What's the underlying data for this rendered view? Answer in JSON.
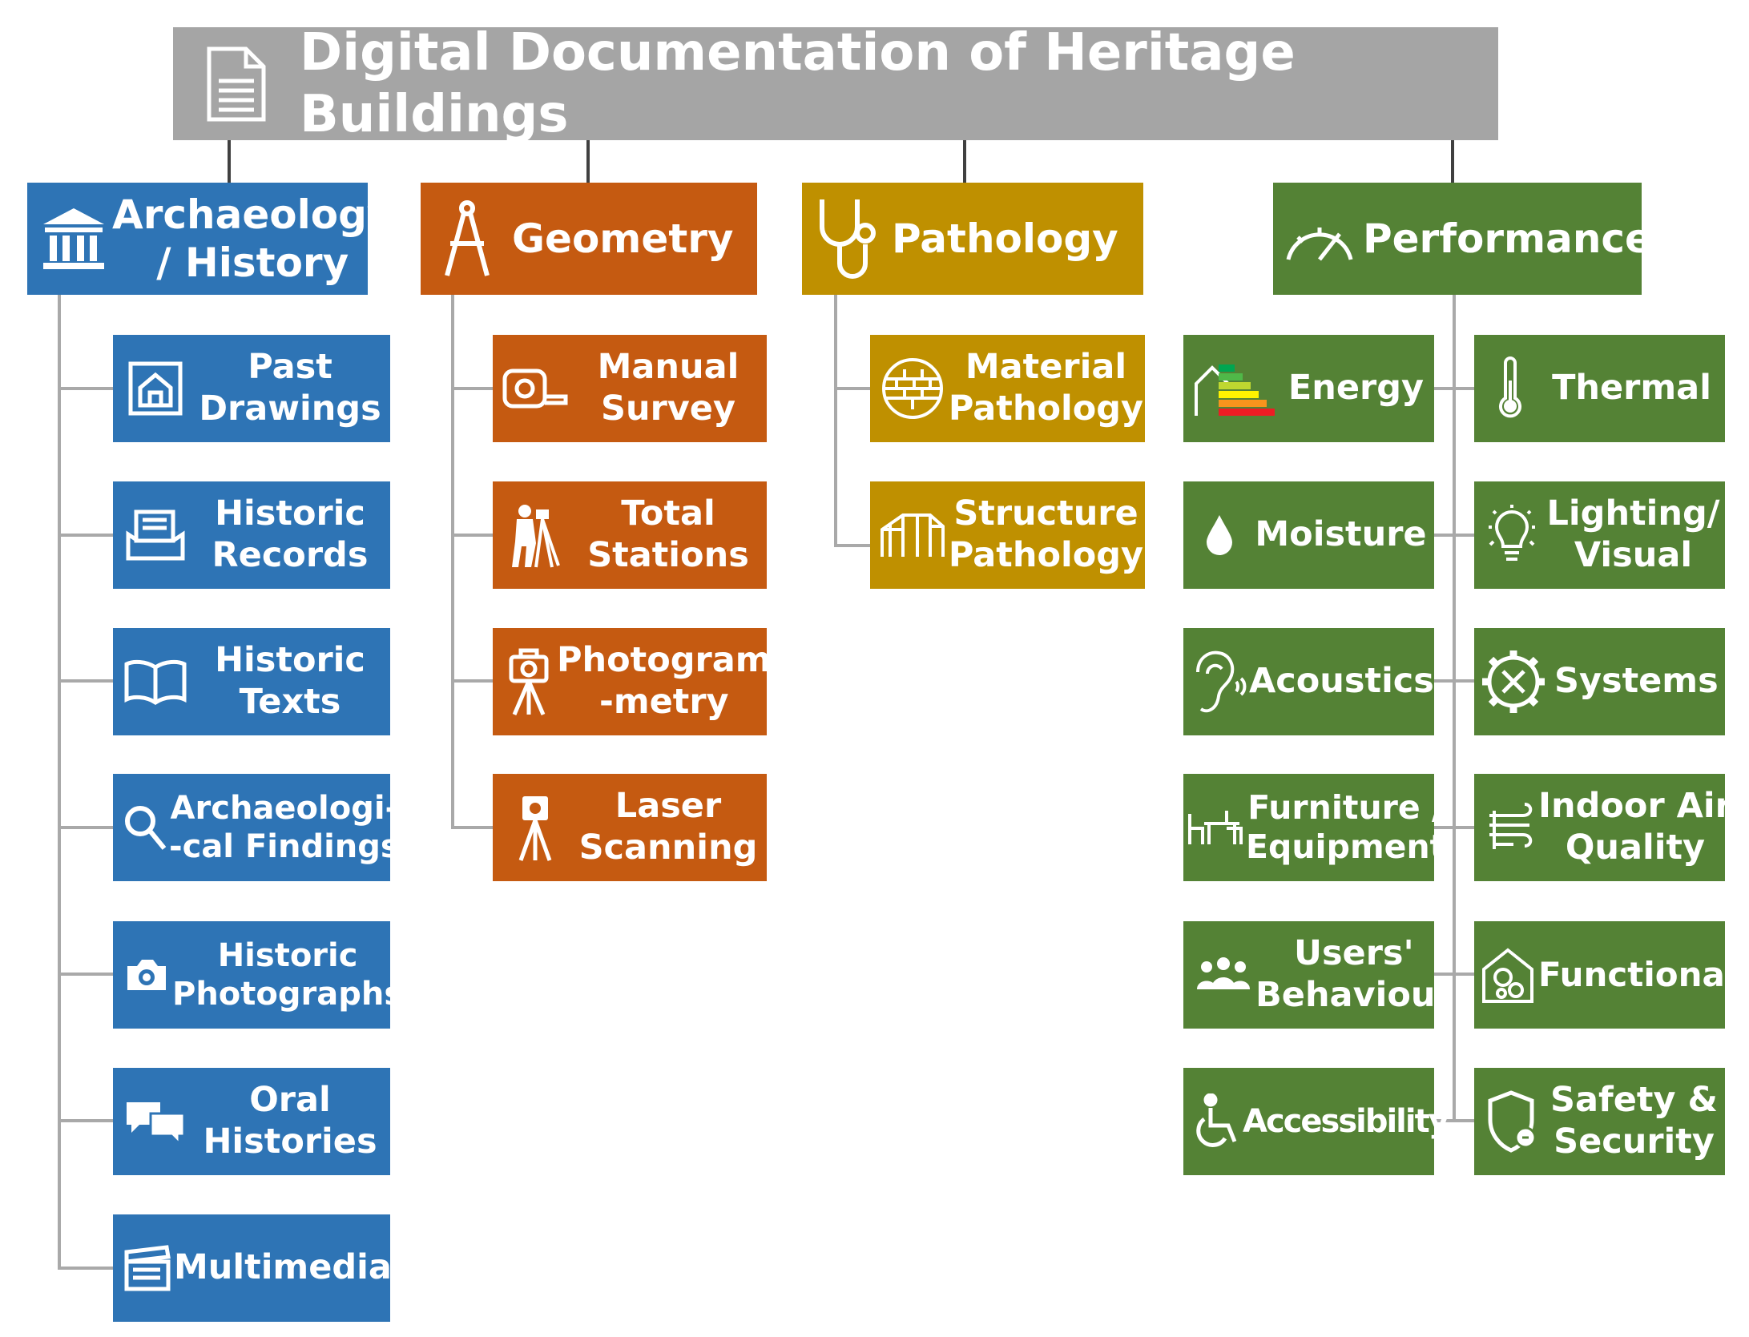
{
  "title": "Digital Documentation of Heritage Buildings",
  "colors": {
    "archaeology": "#2e74b5",
    "geometry": "#c55a11",
    "pathology": "#bf9000",
    "performance": "#548235",
    "title": "#a5a5a5"
  },
  "archaeology": {
    "label": [
      "Archaeology",
      "/ History"
    ],
    "icon": "museum-icon",
    "items": [
      {
        "lines": [
          "Past",
          "Drawings"
        ],
        "icon": "drawing-icon"
      },
      {
        "lines": [
          "Historic",
          "Records"
        ],
        "icon": "records-icon"
      },
      {
        "lines": [
          "Historic",
          "Texts"
        ],
        "icon": "book-icon"
      },
      {
        "lines": [
          "Archaeologi-",
          "-cal Findings"
        ],
        "icon": "magnifier-icon"
      },
      {
        "lines": [
          "Historic",
          "Photographs"
        ],
        "icon": "camera-icon"
      },
      {
        "lines": [
          "Oral",
          "Histories"
        ],
        "icon": "speech-icon"
      },
      {
        "lines": [
          "Multimedia"
        ],
        "icon": "clapperboard-icon"
      }
    ]
  },
  "geometry": {
    "label": [
      "Geometry"
    ],
    "icon": "compass-icon",
    "items": [
      {
        "lines": [
          "Manual",
          "Survey"
        ],
        "icon": "tape-measure-icon"
      },
      {
        "lines": [
          "Total",
          "Stations"
        ],
        "icon": "surveyor-icon"
      },
      {
        "lines": [
          "Photogram",
          "-metry"
        ],
        "icon": "tripod-camera-icon"
      },
      {
        "lines": [
          "Laser",
          "Scanning"
        ],
        "icon": "laser-scanner-icon"
      }
    ]
  },
  "pathology": {
    "label": [
      "Pathology"
    ],
    "icon": "stethoscope-icon",
    "items": [
      {
        "lines": [
          "Material",
          "Pathology"
        ],
        "icon": "brick-icon"
      },
      {
        "lines": [
          "Structure",
          "Pathology"
        ],
        "icon": "structure-icon"
      }
    ]
  },
  "performance": {
    "label": [
      "Performance"
    ],
    "icon": "gauge-icon",
    "left": [
      {
        "lines": [
          "Energy"
        ],
        "icon": "energy-rating-icon"
      },
      {
        "lines": [
          "Moisture"
        ],
        "icon": "droplet-icon"
      },
      {
        "lines": [
          "Acoustics"
        ],
        "icon": "ear-icon"
      },
      {
        "lines": [
          "Furniture /",
          "Equipment"
        ],
        "icon": "furniture-icon"
      },
      {
        "lines": [
          "Users'",
          "Behaviour"
        ],
        "icon": "users-icon"
      },
      {
        "lines": [
          "Accessibility"
        ],
        "icon": "wheelchair-icon"
      }
    ],
    "right": [
      {
        "lines": [
          "Thermal"
        ],
        "icon": "thermometer-icon"
      },
      {
        "lines": [
          "Lighting/",
          "Visual"
        ],
        "icon": "lightbulb-icon"
      },
      {
        "lines": [
          "Systems"
        ],
        "icon": "gear-tools-icon"
      },
      {
        "lines": [
          "Indoor Air",
          "Quality"
        ],
        "icon": "air-icon"
      },
      {
        "lines": [
          "Functional"
        ],
        "icon": "house-gears-icon"
      },
      {
        "lines": [
          "Safety &",
          "Security"
        ],
        "icon": "shield-icon"
      }
    ]
  }
}
